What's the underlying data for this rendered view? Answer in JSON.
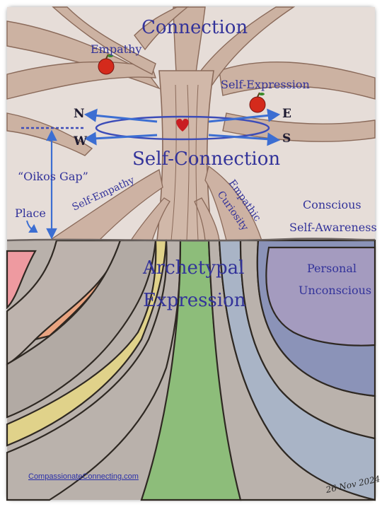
{
  "labels": {
    "connection": "Connection",
    "empathy": "Empathy",
    "self_expression": "Self-Expression",
    "self_connection": "Self-Connection",
    "oikos_gap": "“Oikos Gap”",
    "place": "Place",
    "self_empathy": "Self-Empathy",
    "empathic": "Empathic",
    "curiosity": "Curiosity",
    "conscious": "Conscious",
    "self_awareness": "Self-Awareness",
    "archetypal": "Archetypal",
    "expression": "Expression",
    "personal": "Personal",
    "unconscious": "Unconscious"
  },
  "compass": {
    "n": "N",
    "e": "E",
    "w": "W",
    "s": "S"
  },
  "footer": {
    "website": "CompassionateConnecting.com",
    "signature": "26 Nov 2024"
  },
  "colors": {
    "label_ink": "#33339a",
    "sky": "#e6ddd8",
    "tree": "#cdb2a3",
    "heart": "#c91d22",
    "apple": "#d42a1c",
    "earth": "#b7afa9"
  }
}
